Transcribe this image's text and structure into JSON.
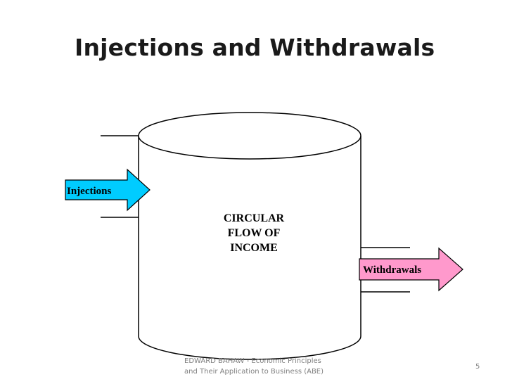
{
  "slide": {
    "title": "Injections and Withdrawals",
    "page_number": "5"
  },
  "diagram": {
    "center_label_lines": [
      "CIRCULAR",
      "FLOW OF",
      "INCOME"
    ],
    "injections_label": "Injections",
    "withdrawals_label": "Withdrawals",
    "colors": {
      "injections_fill": "#00ccff",
      "withdrawals_fill": "#ff99cc",
      "stroke": "#000000"
    }
  },
  "footer": {
    "lines": [
      "EDWARD BAHAW - Economic Principles",
      "and Their Application to Business (ABE)"
    ]
  }
}
